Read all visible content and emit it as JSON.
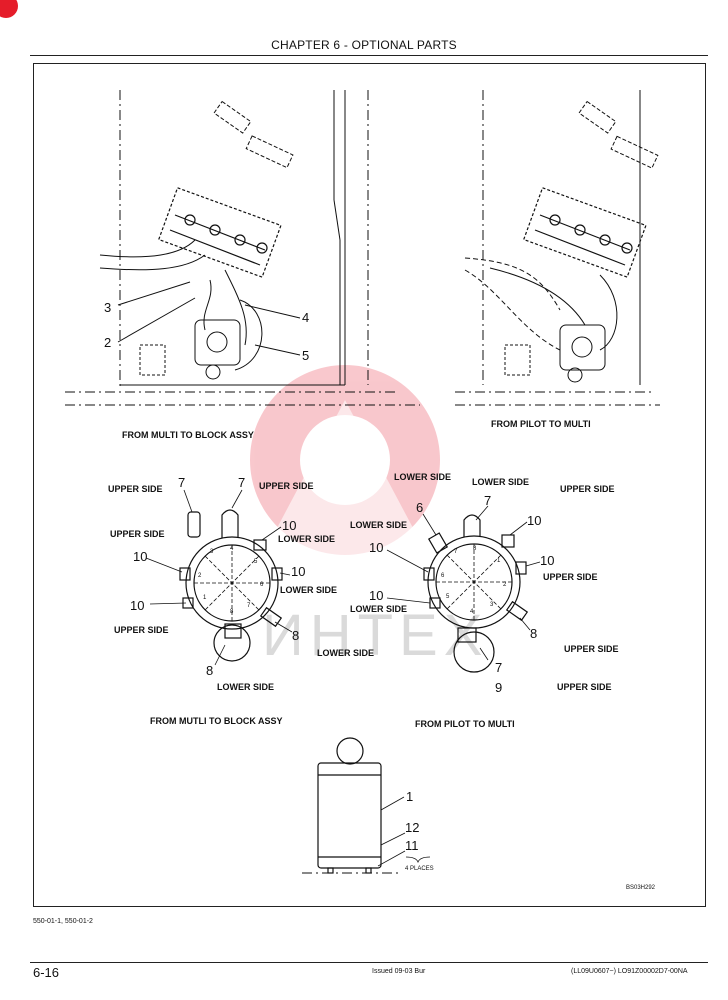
{
  "header": {
    "title": "CHAPTER 6 - OPTIONAL PARTS"
  },
  "figure": {
    "captions": {
      "top_left": "FROM MULTI TO BLOCK ASSY",
      "top_right": "FROM PILOT TO MULTI",
      "mid_left": "FROM MUTLI TO BLOCK ASSY",
      "mid_right": "FROM PILOT TO MULTI"
    },
    "callouts_top_left": [
      "3",
      "2",
      "4",
      "5"
    ],
    "left_valve": {
      "labels": [
        "UPPER SIDE",
        "UPPER SIDE",
        "UPPER SIDE",
        "LOWER SIDE",
        "LOWER SIDE",
        "UPPER SIDE",
        "LOWER SIDE",
        "LOWER SIDE"
      ],
      "callouts": [
        "7",
        "7",
        "10",
        "10",
        "10",
        "10",
        "8",
        "8"
      ],
      "ports": [
        "1",
        "2",
        "3",
        "4",
        "5",
        "6",
        "7",
        "8"
      ]
    },
    "right_valve": {
      "labels": [
        "LOWER SIDE",
        "LOWER SIDE",
        "UPPER SIDE",
        "LOWER SIDE",
        "UPPER SIDE",
        "LOWER SIDE",
        "UPPER SIDE",
        "UPPER SIDE"
      ],
      "callouts": [
        "6",
        "7",
        "10",
        "10",
        "10",
        "10",
        "8",
        "7",
        "9"
      ],
      "ports": [
        "1",
        "2",
        "3",
        "4",
        "5",
        "6",
        "7",
        "8"
      ]
    },
    "bottom_part": {
      "callouts": [
        "1",
        "12",
        "11"
      ],
      "note": "4 PLACES"
    },
    "drawing_code": "BS03H292"
  },
  "watermark": {
    "text": "ИНТЕХ",
    "color": "#e8394a"
  },
  "footer": {
    "ref_codes": "550-01-1, 550-01-2",
    "page_number": "6-16",
    "issued": "Issued 09-03   Bur",
    "doc_code": "(LL09U0607~)   LO91Z00002D7-00NA"
  }
}
